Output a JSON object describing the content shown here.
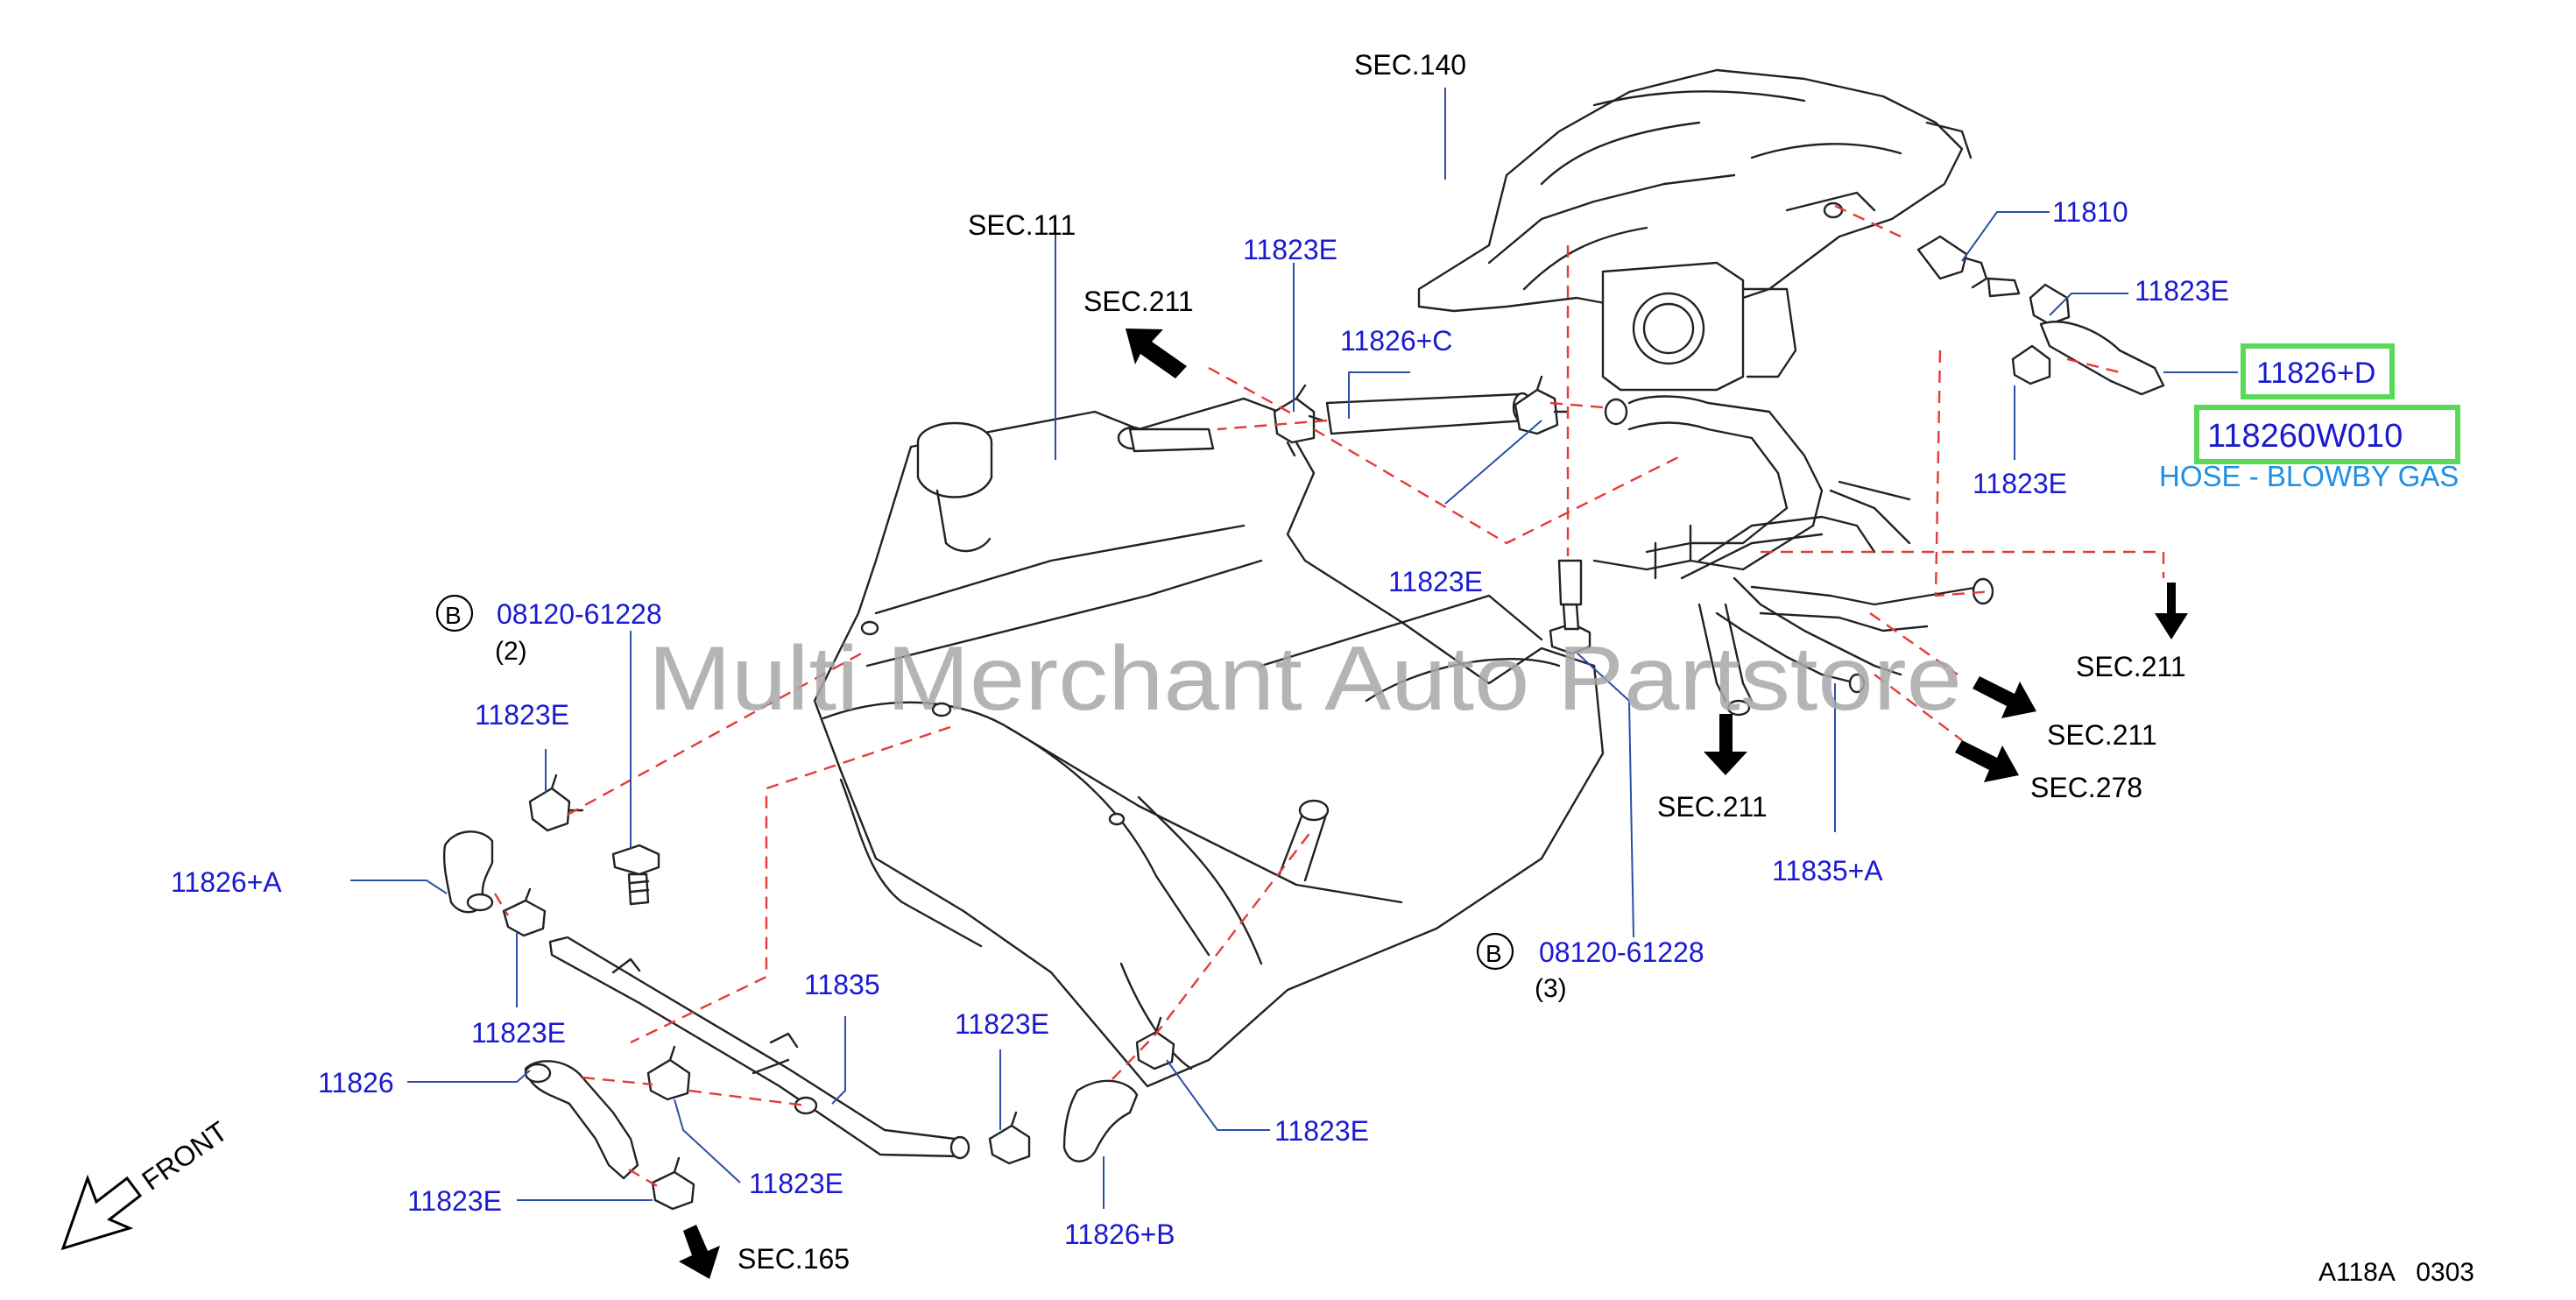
{
  "labels": {
    "sec140": "SEC.140",
    "sec111": "SEC.111",
    "sec211_top": "SEC.211",
    "sec211_r1": "SEC.211",
    "sec211_r2": "SEC.211",
    "sec211_mid": "SEC.211",
    "sec278": "SEC.278",
    "sec165": "SEC.165",
    "p11810": "11810",
    "p11823e_top": "11823E",
    "p11823e_tr": "11823E",
    "p11823e_r": "11823E",
    "p11823e_mid": "11823E",
    "p11823e_l1": "11823E",
    "p11823e_l2": "11823E",
    "p11823e_b1": "11823E",
    "p11823e_b2": "11823E",
    "p11823e_b3": "11823E",
    "p11823e_b4": "11823E",
    "p11826c": "11826+C",
    "p11826d": "11826+D",
    "part_number": "118260W010",
    "part_description": "HOSE - BLOWBY GAS",
    "p11826a": "11826+A",
    "p11826": "11826",
    "p11826b": "11826+B",
    "p11835": "11835",
    "p11835a": "11835+A",
    "bolt1_code": "B",
    "bolt1_num": "08120-61228",
    "bolt1_qty": "(2)",
    "bolt2_code": "B",
    "bolt2_num": "08120-61228",
    "bolt2_qty": "(3)",
    "front": "FRONT",
    "drawing_code": "A118A   0303"
  },
  "watermark": "Multi Merchant Auto Partstore",
  "colors": {
    "leader_text": "#1a1ad0",
    "description_text": "#1f8fe6",
    "highlight_border": "#5ad85a",
    "dashed_line": "#e53a3a",
    "watermark": "#a8a8a8"
  },
  "icons": [
    "front-arrow-icon",
    "section-arrow-icon"
  ]
}
